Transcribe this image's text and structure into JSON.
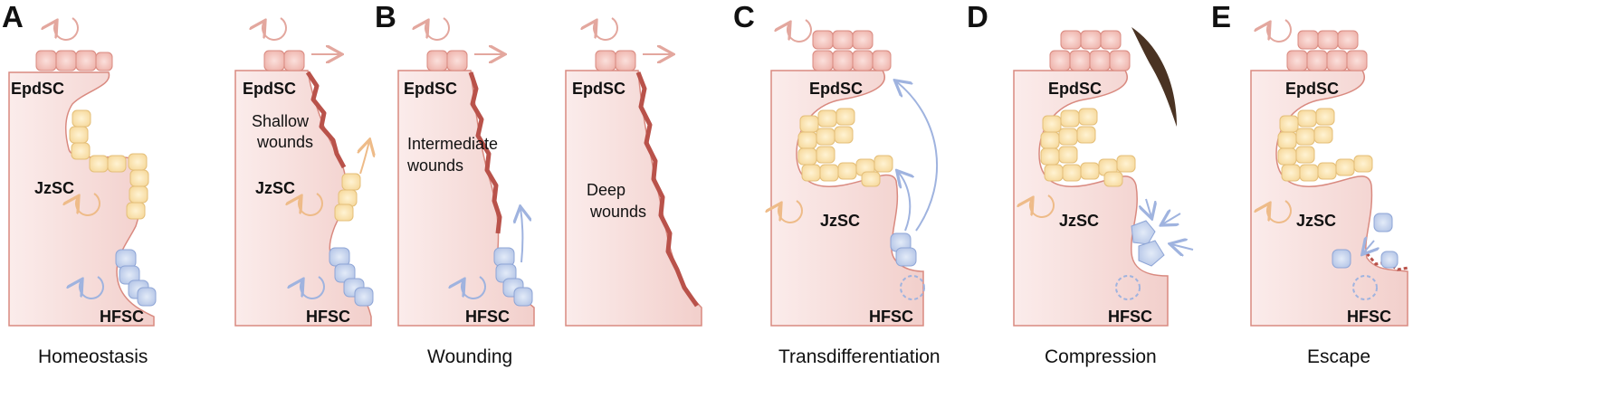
{
  "panels": {
    "A": "A",
    "B": "B",
    "C": "C",
    "D": "D",
    "E": "E"
  },
  "labels": {
    "epdsc": "EpdSC",
    "jzsc": "JzSC",
    "hfsc": "HFSC"
  },
  "wounds": {
    "shallow_1": "Shallow",
    "shallow_2": "wounds",
    "intermediate_1": "Intermediate",
    "intermediate_2": "wounds",
    "deep_1": "Deep",
    "deep_2": "wounds"
  },
  "captions": {
    "homeostasis": "Homeostasis",
    "wounding": "Wounding",
    "transdifferentiation": "Transdifferentiation",
    "compression": "Compression",
    "escape": "Escape"
  },
  "colors": {
    "tissue": "#f7dedc",
    "tissue_edge": "#d98a80",
    "epd_cell": "#f3c2bb",
    "jz_cell": "#fbe6b4",
    "hf_cell": "#c9d6ef",
    "wound": "#b9524a",
    "arrow_red": "#e3a79e",
    "arrow_orange": "#eebb88",
    "arrow_blue": "#9fb3df",
    "hair": "#4a3323"
  }
}
